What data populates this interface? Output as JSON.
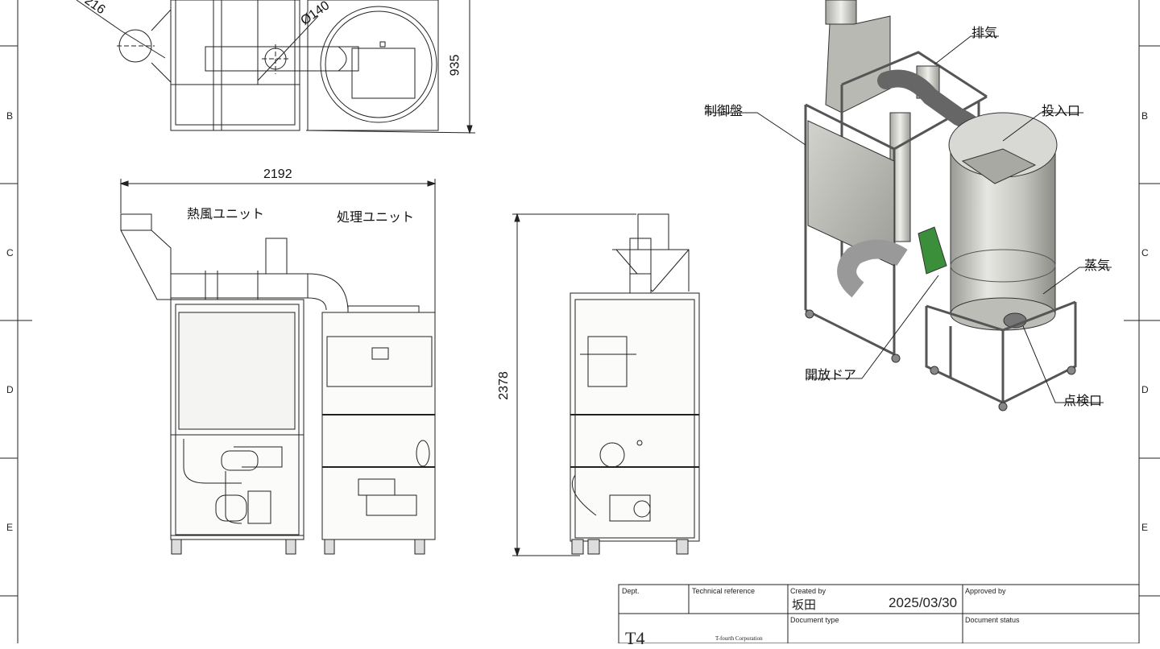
{
  "zones": {
    "rows_left": [
      "B",
      "C",
      "D",
      "E"
    ],
    "rows_right": [
      "B",
      "C",
      "D",
      "E"
    ]
  },
  "dimensions": {
    "d216": "216",
    "phi140": "Ø140",
    "d935": "935",
    "d2192": "2192",
    "d2378": "2378"
  },
  "labels": {
    "hot_air_unit": "熱風ユニット",
    "processing_unit": "処理ユニット",
    "exhaust": "排気",
    "control_panel": "制御盤",
    "input_port": "投入口",
    "steam": "蒸気",
    "open_door": "開放ドア",
    "inspection_port": "点検口"
  },
  "title_block": {
    "dept_label": "Dept.",
    "tech_ref_label": "Technical reference",
    "created_by_label": "Created by",
    "created_by_value": "坂田",
    "date": "2025/03/30",
    "approved_by_label": "Approved by",
    "doc_type_label": "Document type",
    "doc_status_label": "Document status",
    "logo_text": "T4",
    "company": "T-fourth Corporation"
  },
  "colors": {
    "line": "#222222",
    "metal_light": "#d9d9d6",
    "metal_mid": "#b7b7b2",
    "metal_dark": "#8e8e88",
    "panel": "#c8c8c3",
    "green": "#3c8f3a"
  }
}
